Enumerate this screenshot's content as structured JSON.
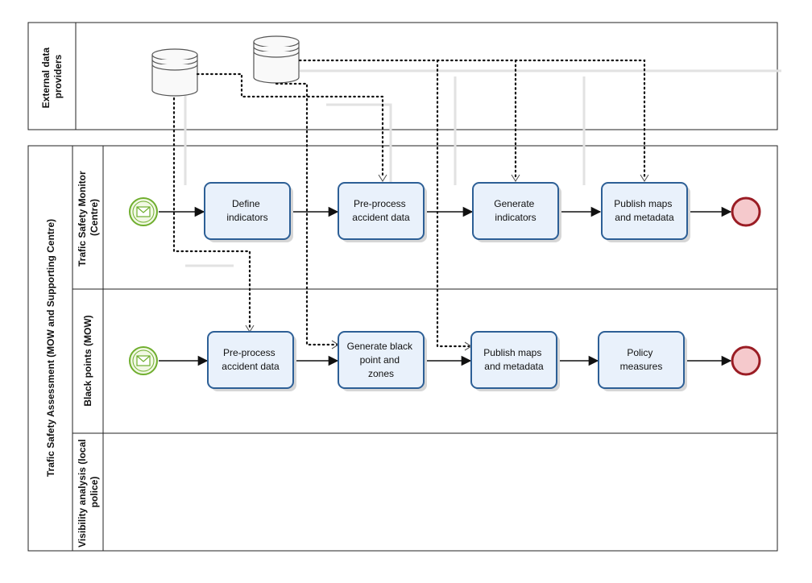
{
  "pools": {
    "external": {
      "label_lines": [
        "External data",
        "providers"
      ]
    },
    "main": {
      "label": "Trafic Safety Assessment (MOW and Supporting Centre)",
      "lanes": {
        "monitor": {
          "label_lines": [
            "Trafic Safety Monitor",
            "(Centre)"
          ]
        },
        "blackpoints": {
          "label_lines": [
            "Black points (MOW)"
          ]
        },
        "visibility": {
          "label_lines": [
            "Visibility analysis (local",
            "police)"
          ]
        }
      }
    }
  },
  "tasks": {
    "define_indicators": {
      "lines": [
        "Define",
        "indicators"
      ]
    },
    "preprocess_monitor": {
      "lines": [
        "Pre-process",
        "accident data"
      ]
    },
    "generate_indicators": {
      "lines": [
        "Generate",
        "indicators"
      ]
    },
    "publish_monitor": {
      "lines": [
        "Publish maps",
        "and metadata"
      ]
    },
    "preprocess_black": {
      "lines": [
        "Pre-process",
        "accident data"
      ]
    },
    "generate_black": {
      "lines": [
        "Generate black",
        "point and",
        "zones"
      ]
    },
    "publish_black": {
      "lines": [
        "Publish maps",
        "and metadata"
      ]
    },
    "policy": {
      "lines": [
        "Policy",
        "measures"
      ]
    }
  },
  "events": {
    "start_icon": "envelope-icon",
    "end_icon": "end-event-icon"
  },
  "data_stores": {
    "icon": "database-icon"
  },
  "colors": {
    "task_fill": "#e9f1fb",
    "task_border": "#2d5f96",
    "start_border": "#6fae2e",
    "end_fill": "#f5c9cc",
    "end_border": "#9a1c24"
  }
}
